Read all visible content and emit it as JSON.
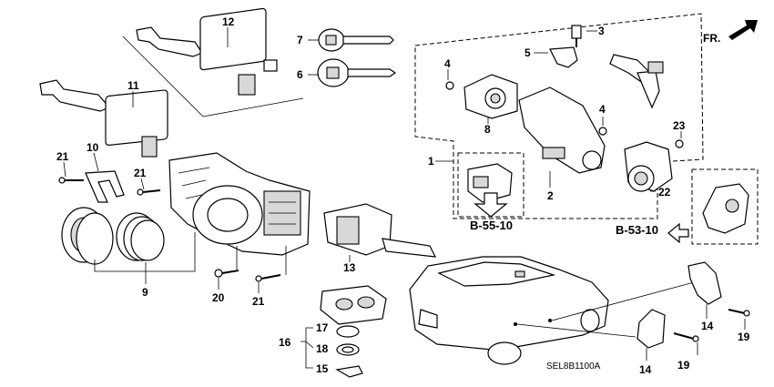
{
  "direction_label": "FR.",
  "diagram_code": "SEL8B1100A",
  "refs": {
    "left": "B-55-10",
    "right": "B-53-10"
  },
  "callouts": {
    "c1": "1",
    "c2": "2",
    "c3": "3",
    "c4a": "4",
    "c4b": "4",
    "c5": "5",
    "c6": "6",
    "c7": "7",
    "c8": "8",
    "c9": "9",
    "c10": "10",
    "c11": "11",
    "c12": "12",
    "c13": "13",
    "c14a": "14",
    "c14b": "14",
    "c15": "15",
    "c16": "16",
    "c17": "17",
    "c18": "18",
    "c19a": "19",
    "c19b": "19",
    "c20": "20",
    "c21a": "21",
    "c21b": "21",
    "c21c": "21",
    "c22": "22",
    "c23": "23"
  }
}
